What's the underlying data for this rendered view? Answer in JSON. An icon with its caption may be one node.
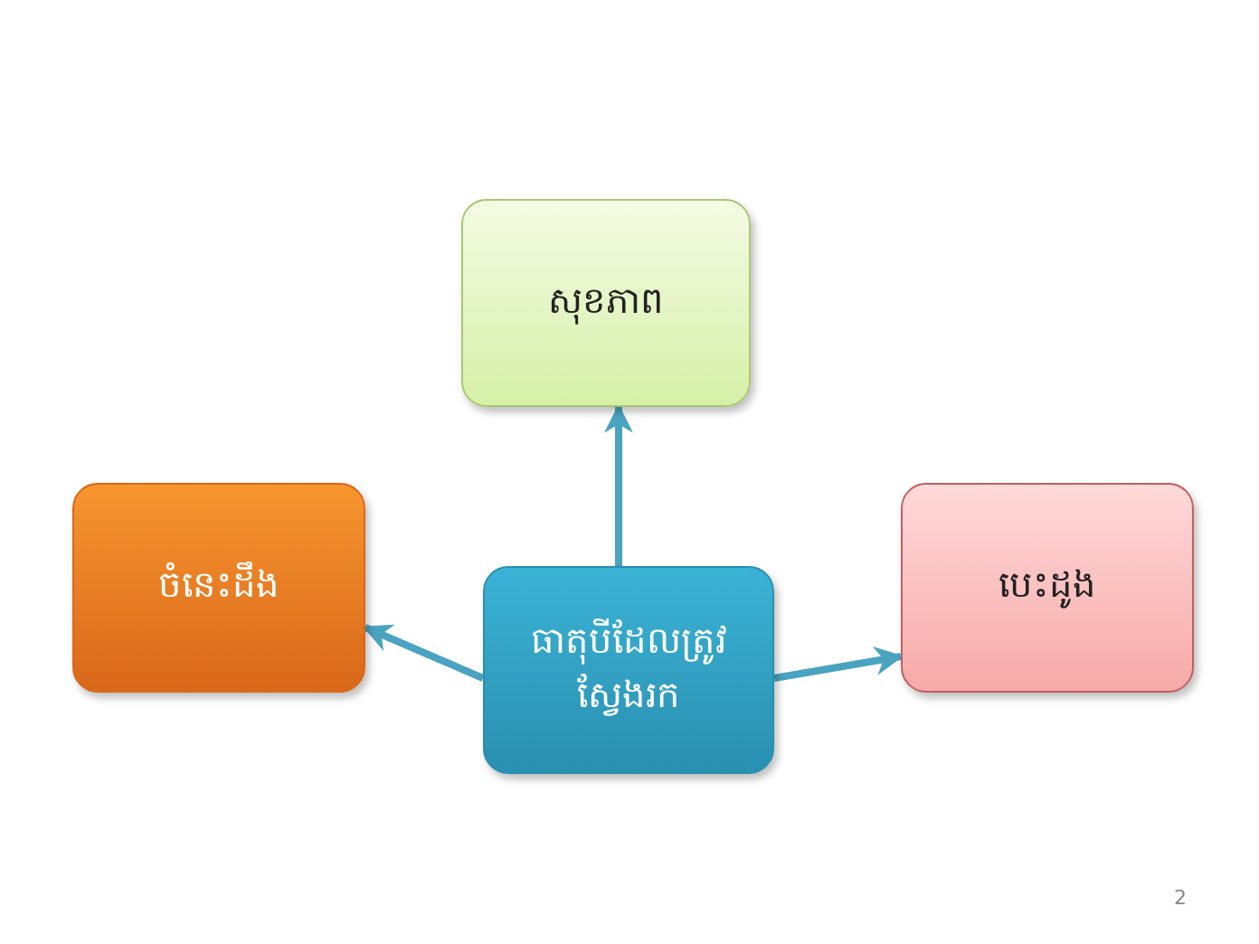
{
  "diagram": {
    "nodes": [
      {
        "text": [
          "ធាតុបីដែលត្រូវស្វែងរក"
        ]
      },
      {
        "text": [
          "សុខភាព"
        ]
      },
      {
        "text": [
          "ចំនេះដឹង"
        ]
      },
      {
        "text": [
          "បេះដូង"
        ]
      }
    ],
    "edges": [
      {
        "from": 0,
        "to": 1,
        "arrow": "to"
      },
      {
        "from": 0,
        "to": 2,
        "arrow": "to"
      },
      {
        "from": 0,
        "to": 3,
        "arrow": "to"
      }
    ],
    "labels": [
      "2"
    ]
  }
}
